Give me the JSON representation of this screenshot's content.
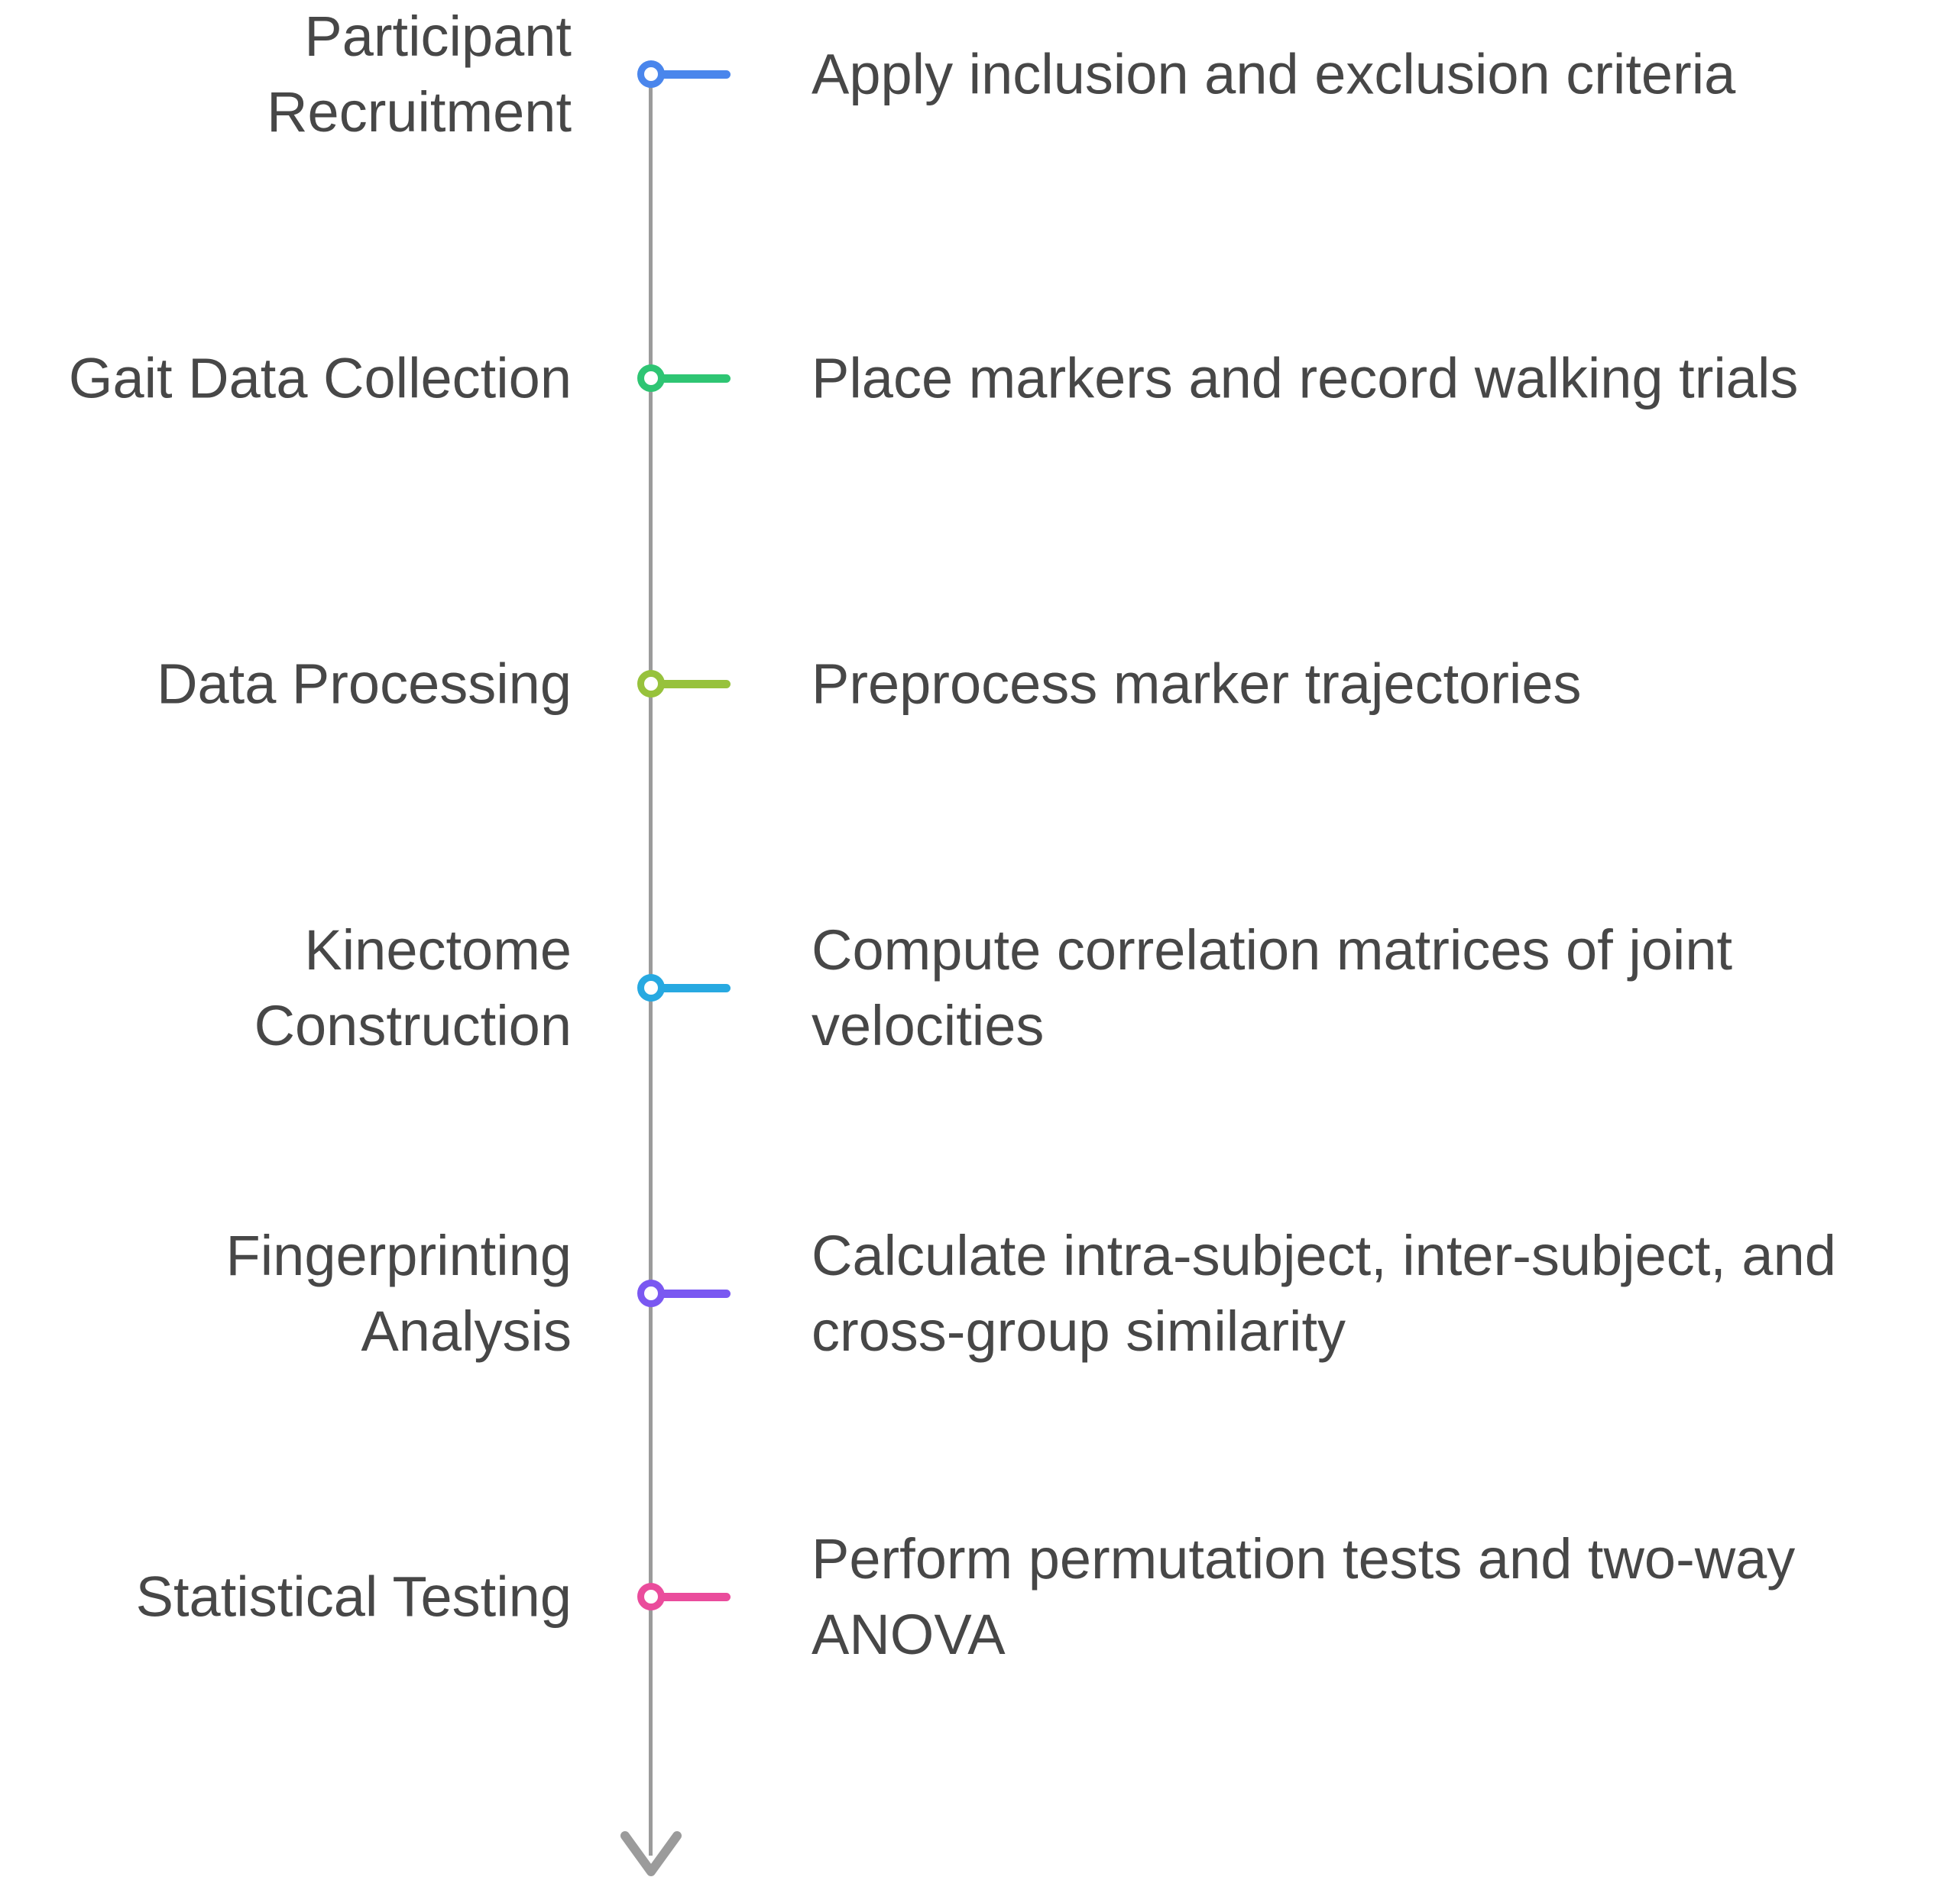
{
  "diagram": {
    "type": "vertical-process-timeline",
    "text_color": "#474747",
    "spine_color": "#9B9B9B",
    "arrow_icon": "down-arrow",
    "steps": [
      {
        "label": [
          "Participant",
          "Recruitment"
        ],
        "description": [
          "Apply inclusion and exclusion criteria"
        ],
        "color": "#4A86EC"
      },
      {
        "label": [
          "Gait Data Collection"
        ],
        "description": [
          "Place markers and record walking trials"
        ],
        "color": "#2EC573"
      },
      {
        "label": [
          "Data Processing"
        ],
        "description": [
          "Preprocess marker trajectories"
        ],
        "color": "#97C23C"
      },
      {
        "label": [
          "Kinectome",
          "Construction"
        ],
        "description": [
          "Compute correlation matrices of joint",
          "velocities"
        ],
        "color": "#27A9E1"
      },
      {
        "label": [
          "Fingerprinting",
          "Analysis"
        ],
        "description": [
          "Calculate intra-subject, inter-subject, and",
          "cross-group similarity"
        ],
        "color": "#7A58F1"
      },
      {
        "label": [
          "Statistical Testing"
        ],
        "description": [
          "Perform permutation tests and two-way",
          "ANOVA"
        ],
        "color": "#EA4C9C"
      }
    ]
  }
}
